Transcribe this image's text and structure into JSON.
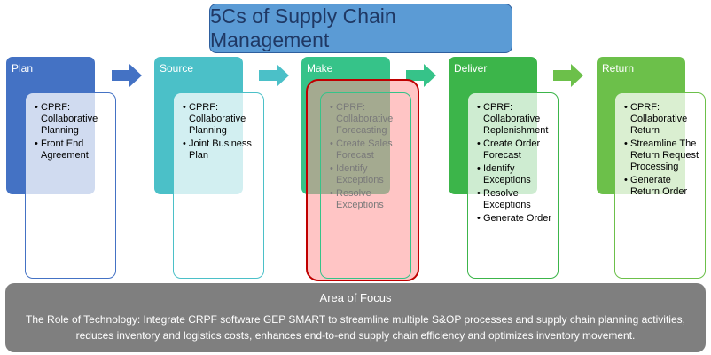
{
  "title": "5Cs of Supply Chain Management",
  "colors": {
    "plan": "#4472c4",
    "source": "#4bc0c8",
    "make": "#36c389",
    "deliver": "#3cb54a",
    "return": "#6cc04a",
    "highlight": "#c00000",
    "focus_bg": "#7f7f7f"
  },
  "stages": [
    {
      "label": "Plan",
      "items": [
        "CPRF: Collaborative Planning",
        "Front End Agreement"
      ]
    },
    {
      "label": "Source",
      "items": [
        "CPRF: Collaborative Planning",
        "Joint Business Plan"
      ]
    },
    {
      "label": "Make",
      "items": [
        "CPRF: Collaborative Forecasting",
        "Create Sales Forecast",
        "Identify Exceptions",
        "Resolve Exceptions"
      ]
    },
    {
      "label": "Deliver",
      "items": [
        "CPRF: Collaborative Replenishment",
        "Create Order Forecast",
        "Identify Exceptions",
        "Resolve Exceptions",
        "Generate Order"
      ]
    },
    {
      "label": "Return",
      "items": [
        "CPRF: Collaborative Return",
        "Streamline The Return Request Processing",
        "Generate Return Order"
      ]
    }
  ],
  "focus": {
    "title": "Area of Focus",
    "text": "The Role of Technology: Integrate CRPF software GEP SMART to streamline multiple S&OP processes and supply chain planning activities, reduces inventory and logistics costs, enhances end-to-end supply chain efficiency and optimizes inventory movement."
  }
}
